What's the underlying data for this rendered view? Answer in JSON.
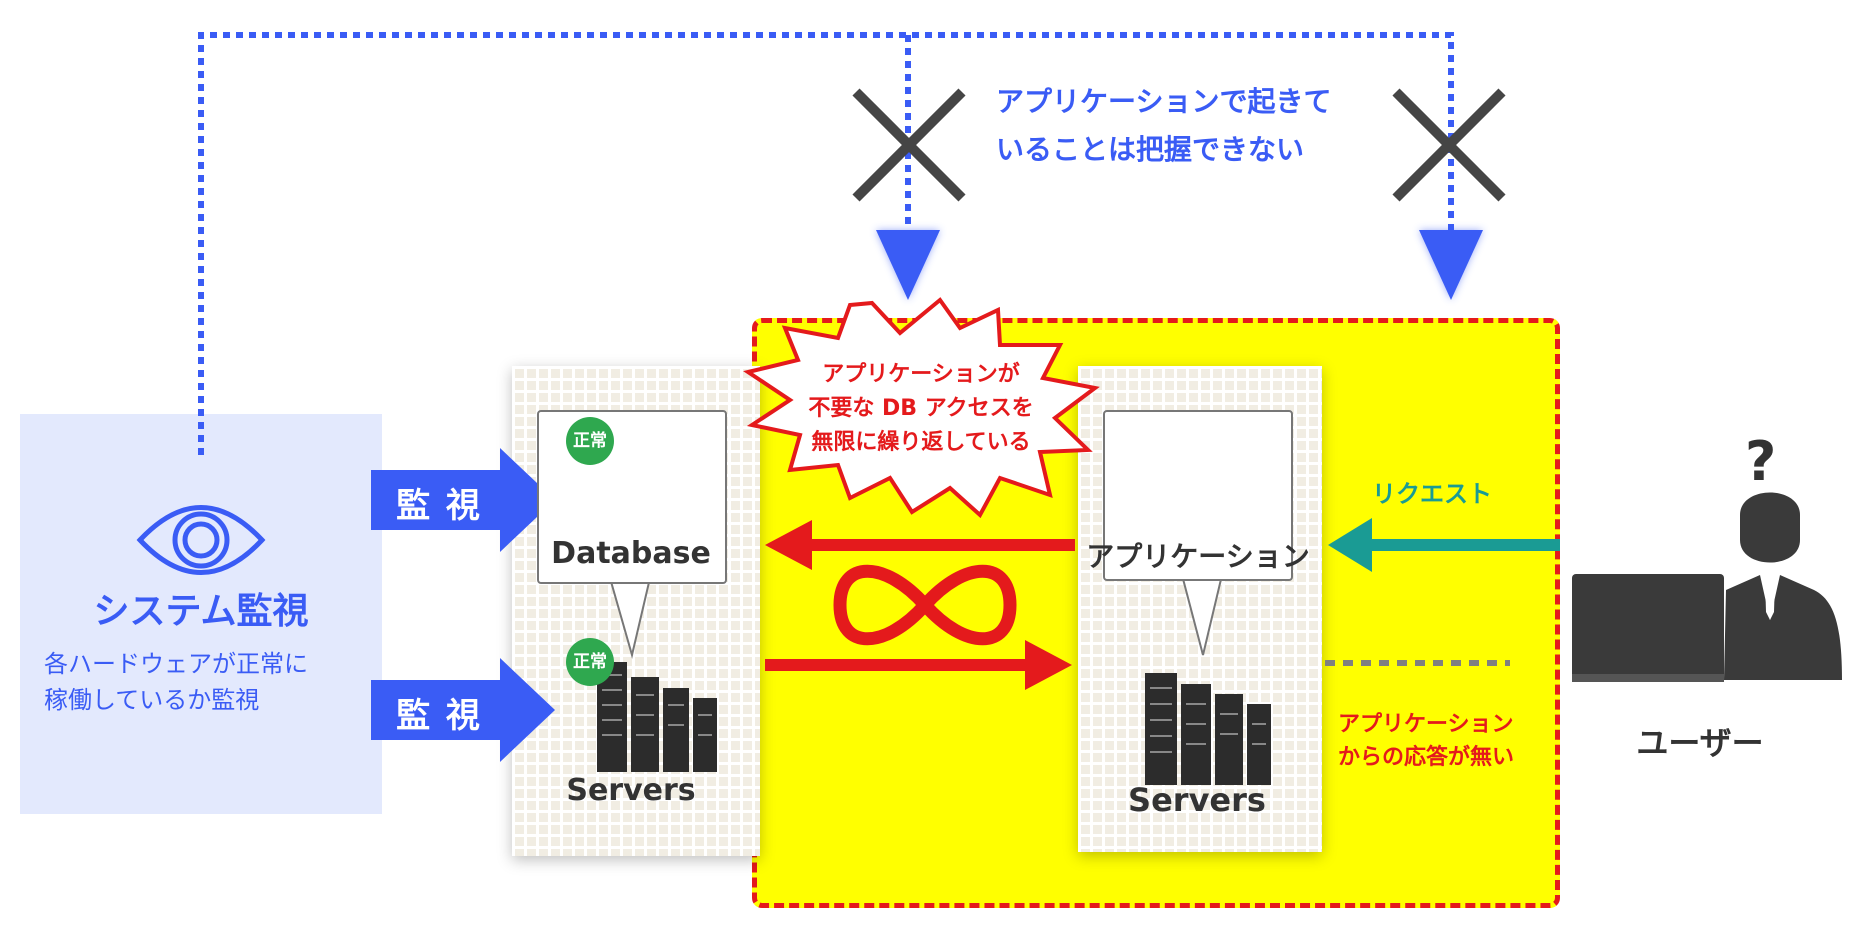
{
  "monitor_panel": {
    "title": "システム監視",
    "desc_line1": "各ハードウェアが正常に",
    "desc_line2": "稼働しているか監視"
  },
  "arrows": {
    "monitor_db": "監 視",
    "monitor_servers": "監 視"
  },
  "unknown_note": {
    "line1": "アプリケーションで起きて",
    "line2": "いることは把握できない"
  },
  "db_panel": {
    "db_badge": "正常",
    "db_label": "Database",
    "srv_badge": "正常",
    "srv_label": "Servers"
  },
  "burst": {
    "line1": "アプリケーションが",
    "line2": "不要な DB アクセスを",
    "line3": "無限に繰り返している"
  },
  "app_panel": {
    "app_label": "アプリケーション",
    "srv_label": "Servers"
  },
  "request_label": "リクエスト",
  "no_response": {
    "line1": "アプリケーション",
    "line2": "からの応答が無い"
  },
  "user_label": "ユーザー",
  "colors": {
    "blue": "#3a5cf5",
    "red": "#e41a1c",
    "yellow": "#ffff00",
    "teal": "#1a9b94",
    "green": "#2fa84f"
  }
}
